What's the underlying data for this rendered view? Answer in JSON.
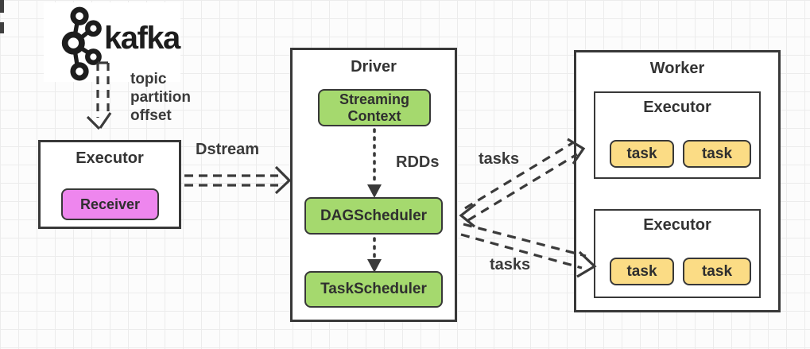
{
  "diagram": {
    "kafka": {
      "wordmark": "kafka",
      "icon": "kafka-logo-icon",
      "topic_lines": [
        "topic",
        "partition",
        "offset"
      ]
    },
    "source_executor": {
      "title": "Executor",
      "receiver_label": "Receiver"
    },
    "driver": {
      "title": "Driver",
      "streaming_context": "Streaming Context",
      "dag_scheduler": "DAGScheduler",
      "task_scheduler": "TaskScheduler"
    },
    "worker": {
      "title": "Worker",
      "executors": [
        {
          "title": "Executor",
          "tasks": [
            "task",
            "task"
          ]
        },
        {
          "title": "Executor",
          "tasks": [
            "task",
            "task"
          ]
        }
      ]
    },
    "edge_labels": {
      "dstream": "Dstream",
      "rdds": "RDDs",
      "tasks_upper": "tasks",
      "tasks_lower": "tasks"
    },
    "colors": {
      "scheduler_green": "#a5d96e",
      "receiver_purple": "#ee86ee",
      "task_yellow": "#fbdc85",
      "stroke_dark": "#3a3a3a",
      "grid_line": "#ececec",
      "canvas_bg": "#fcfcfc"
    }
  }
}
